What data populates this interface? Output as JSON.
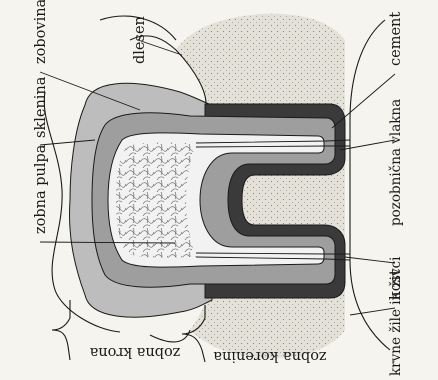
{
  "labels": {
    "zobovina": "zobovina",
    "dlesen": "dlesen",
    "cement": "cement",
    "sklenina": "sklenina",
    "pozobnicna_vlakna": "pozobnična vlakna",
    "zobna_pulpa": "zobna pulpa",
    "krvne_zile_in_zivci": "krvne žile in živci",
    "kost": "kost",
    "zobna_krona": "zobna krona",
    "zobna_korenina": "zobna korenina"
  },
  "colors": {
    "paper": "#f6f4ee",
    "enamel": "#bdbdbd",
    "dentin": "#9e9e9e",
    "pulp": "#f2f2f2",
    "cement": "#3a3a3a",
    "gum_bone": "#e4e1d8",
    "ink": "#1a1a1a"
  }
}
